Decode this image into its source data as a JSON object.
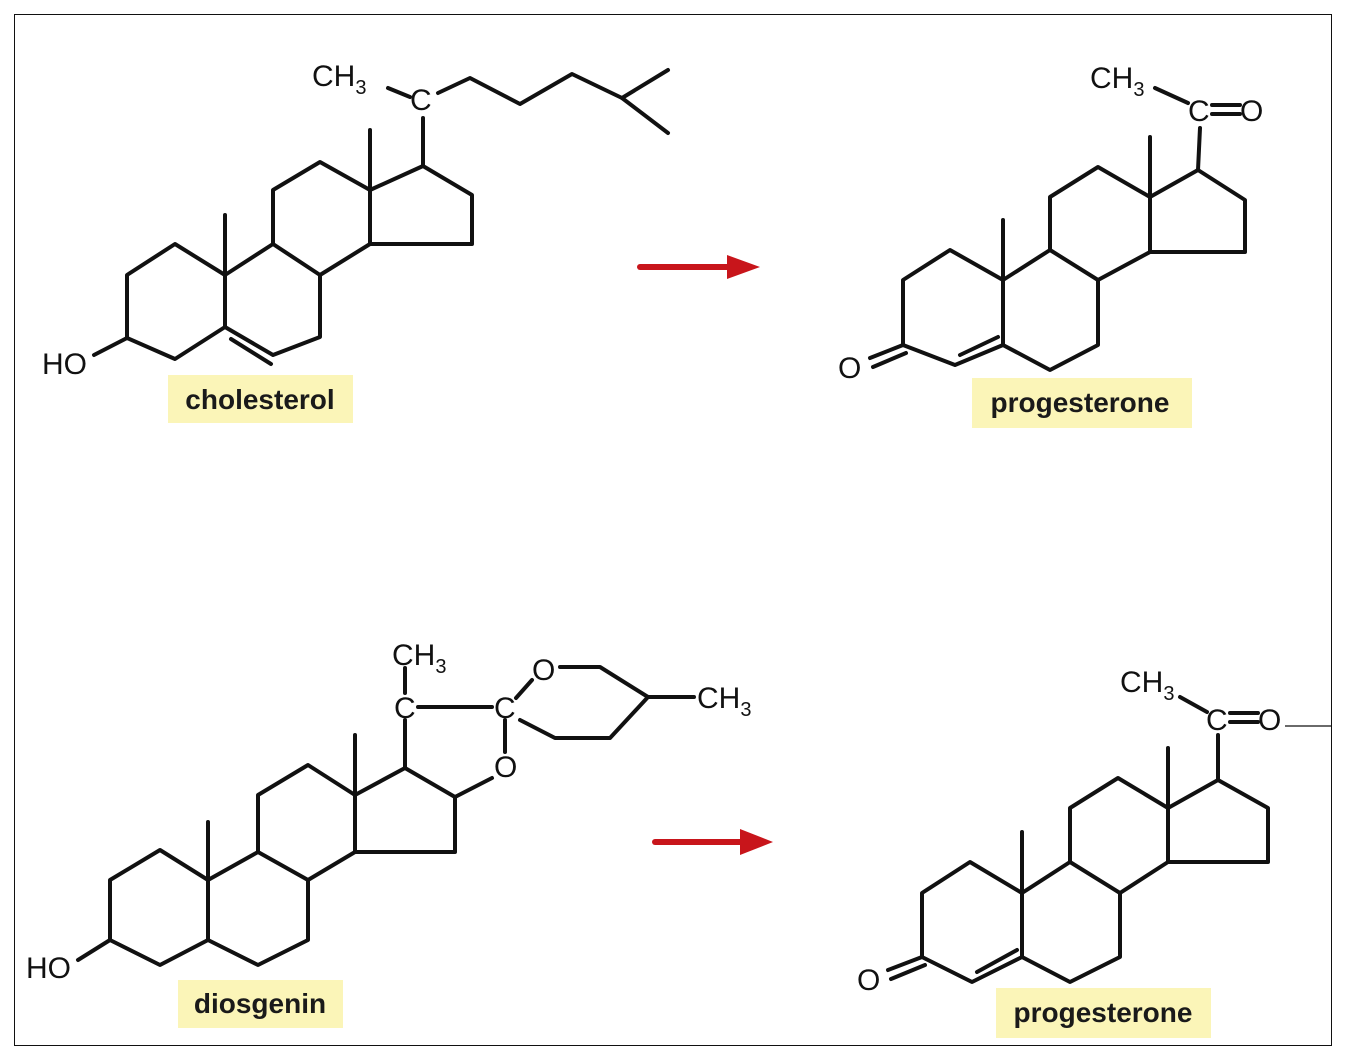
{
  "colors": {
    "arrow": "#c8151b",
    "highlight": "#fbf5b8",
    "ink": "#111111"
  },
  "atoms": {
    "hydroxyl": "HO",
    "oxygen": "O",
    "carbon": "C",
    "methyl_base": "CH",
    "methyl_sub": "3"
  },
  "reactions": [
    {
      "reactant": "cholesterol",
      "product": "progesterone"
    },
    {
      "reactant": "diosgenin",
      "product": "progesterone"
    }
  ]
}
